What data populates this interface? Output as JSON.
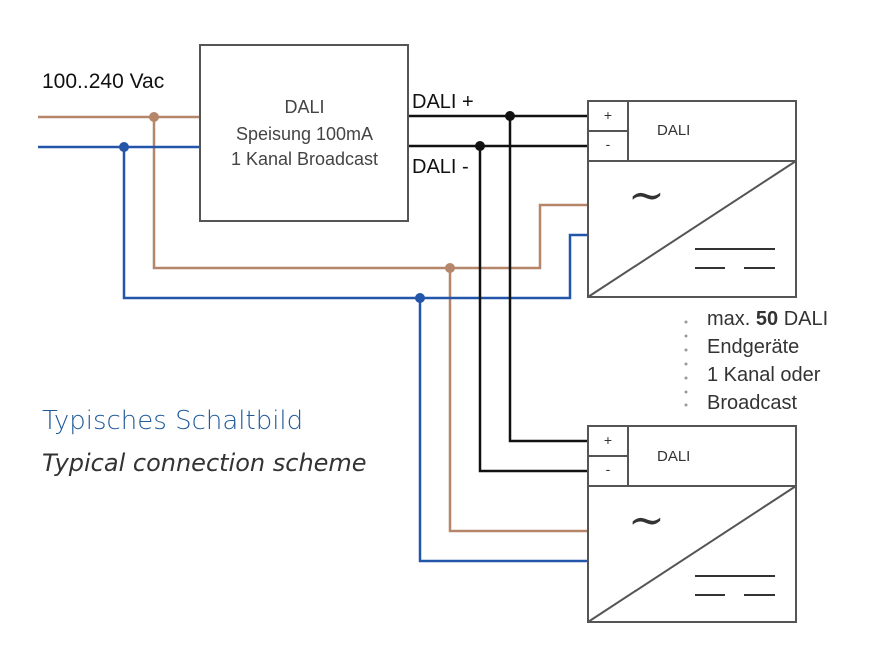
{
  "supply": {
    "label": "100..240 Vac"
  },
  "power_supply": {
    "line1": "DALI",
    "line2": "Speisung 100mA",
    "line3": "1 Kanal Broadcast"
  },
  "bus": {
    "plus_label": "DALI +",
    "minus_label": "DALI -"
  },
  "devices": [
    {
      "plus": "+",
      "minus": "-",
      "label": "DALI",
      "symbol": "~"
    },
    {
      "plus": "+",
      "minus": "-",
      "label": "DALI",
      "symbol": "~"
    }
  ],
  "note": {
    "prefix": "max. ",
    "count": "50",
    "suffix": " DALI",
    "line2": "Endgeräte",
    "line3": "1 Kanal oder",
    "line4": "Broadcast"
  },
  "caption": {
    "title": "Typisches Schaltbild",
    "subtitle": "Typical connection scheme"
  },
  "colors": {
    "live": "#b5866a",
    "neutral": "#2356a8",
    "dali": "#111111",
    "box": "#555555",
    "caption_title": "#1f5a99"
  }
}
